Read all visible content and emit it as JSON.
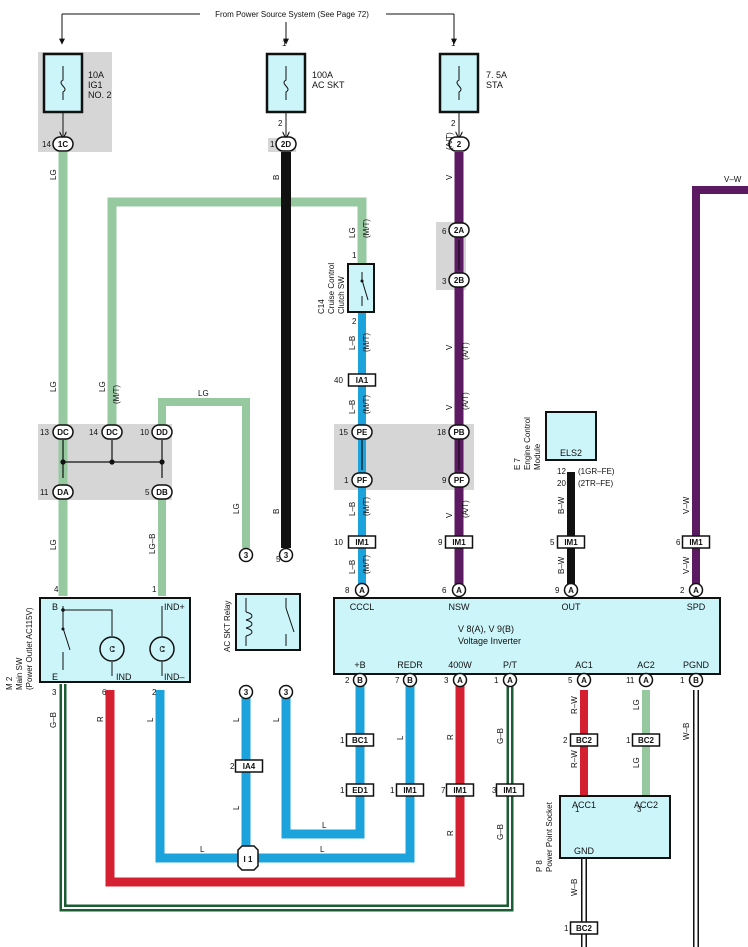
{
  "header": {
    "title": "From Power Source System (See Page 72)"
  },
  "fuses": [
    {
      "amp": "10A",
      "line2": "IG1",
      "line3": "NO. 2"
    },
    {
      "amp": "100A",
      "line2": "AC SKT",
      "line3": ""
    },
    {
      "amp": "7. 5A",
      "line2": "STA",
      "line3": ""
    }
  ],
  "connectors": {
    "c1C": "1C",
    "c2D": "2D",
    "c2": "2",
    "c2A": "2A",
    "c2B": "2B",
    "cIA1": "IA1",
    "cPE": "PE",
    "cPB": "PB",
    "cPF1": "PF",
    "cPF2": "PF",
    "cDC1": "DC",
    "cDC2": "DC",
    "cDD": "DD",
    "cDA": "DA",
    "cDB": "DB",
    "cIM1a": "IM1",
    "cIM1b": "IM1",
    "cIM1c": "IM1",
    "cIM1d": "IM1",
    "cIM1e": "IM1",
    "cIM1f": "IM1",
    "cIM1g": "IM1",
    "cA1": "A",
    "cA2": "A",
    "cA3": "A",
    "cA4": "A",
    "cB1": "B",
    "cB2": "B",
    "cA5": "A",
    "cA6": "A",
    "cA7": "A",
    "cA8": "A",
    "cB3": "B",
    "cBC1": "BC1",
    "cED1": "ED1",
    "cIA4": "IA4",
    "cBC2a": "BC2",
    "cBC2b": "BC2",
    "cBC2c": "BC2",
    "c3a": "3",
    "c3b": "3",
    "c3c": "3",
    "c3d": "3",
    "cI1": "I 1"
  },
  "pins": {
    "p1": "1",
    "p2": "2",
    "p3": "1",
    "p4": "2",
    "p5": "1",
    "p6": "2",
    "p14": "14",
    "p1b": "1",
    "p6b": "6",
    "p3b": "3",
    "p40": "40",
    "p15": "15",
    "p18": "18",
    "p13": "13",
    "p14b": "14",
    "p10": "10",
    "p11": "11",
    "p5b": "5",
    "p1c": "1",
    "p9": "9",
    "p10b": "10",
    "p9b": "9",
    "p5c": "5",
    "p6c": "6",
    "p8": "8",
    "p6d": "6",
    "p9c": "9",
    "p2b": "2",
    "p2c": "2",
    "p7": "7",
    "p3c": "3",
    "p1d": "1",
    "p5d": "5",
    "p11b": "11",
    "p1e": "1",
    "p4a": "4",
    "p1f": "1",
    "p6e": "6",
    "p2d": "2",
    "p3d": "3",
    "p5e": "5",
    "p1g": "1",
    "p2e": "2",
    "p1h": "1",
    "p1i": "1",
    "p7b": "7",
    "p3e": "3",
    "p2f": "2",
    "p1j": "1",
    "p1k": "1",
    "p3f": "3",
    "p1m": "1",
    "p2g": "2"
  },
  "wire_labels": {
    "LG1": "LG",
    "B1": "B",
    "V1": "V",
    "AT1": "(A/T)",
    "LG2": "LG",
    "MT1": "(M/T)",
    "LB1": "L–B",
    "MT2": "(M/T)",
    "V2": "V",
    "AT2": "(A/T)",
    "LB2": "L–B",
    "MT3": "(M/T)",
    "LG3": "LG",
    "LG4": "LG",
    "MT4": "(M/T)",
    "LG5": "LG",
    "LG6": "LG",
    "B2": "B",
    "LG7": "LG",
    "LGB": "LG–B",
    "LB3": "L–B",
    "MT5": "(M/T)",
    "V3": "V",
    "AT3": "(A/T)",
    "BW1": "B–W",
    "VW1": "V–W",
    "VW2": "V–W",
    "LB4": "L–B",
    "MT6": "(M/T)",
    "V4": "V",
    "AT4": "(A/T)",
    "BW2": "B–W",
    "VW3": "V–W",
    "GB1": "G–B",
    "R1": "R",
    "L1": "L",
    "L2": "L",
    "L3": "L",
    "L4": "L",
    "R2": "R",
    "GB2": "G–B",
    "RW1": "R–W",
    "LG8": "LG",
    "WB1": "W–B",
    "RW2": "R–W",
    "LG9": "LG",
    "L5": "L",
    "R3": "R",
    "GB3": "G–B",
    "L6": "L",
    "L7": "L",
    "WB2": "W–B",
    "VW0": "V–W"
  },
  "components": {
    "cruise": {
      "code": "C14",
      "line1": "Cruise Control",
      "line2": "Clutch SW"
    },
    "ecm": {
      "code": "E 7",
      "line1": "Engine Control",
      "line2": "Module",
      "port": "ELS2",
      "n1": "12",
      "v1": "(1GR–FE)",
      "n2": "20",
      "v2": "(2TR–FE)"
    },
    "mainsw": {
      "code": "M 2",
      "line1": "Main SW",
      "line2": "(Power Outlet AC115V)",
      "b": "B",
      "e": "E",
      "indp": "IND+",
      "indm": "IND–",
      "ind": "IND"
    },
    "relay": {
      "name": "AC SKT Relay"
    },
    "inverter": {
      "title": "V 8(A), V 9(B)",
      "subtitle": "Voltage Inverter",
      "top": [
        "CCCL",
        "NSW",
        "OUT",
        "SPD"
      ],
      "bottom": [
        "+B",
        "REDR",
        "400W",
        "P/T",
        "AC1",
        "AC2",
        "PGND"
      ]
    },
    "socket": {
      "code": "P 8",
      "name": "Power Point Socket",
      "acc1": "ACC1",
      "acc2": "ACC2",
      "gnd": "GND"
    }
  },
  "colors": {
    "lg": "#96c9a0",
    "black": "#111111",
    "violet": "#5c1a62",
    "blue": "#1ca3dc",
    "red": "#d42030",
    "green": "#1b5e34",
    "splice": "#d6d6d6",
    "comp": "#ccf5fa"
  }
}
